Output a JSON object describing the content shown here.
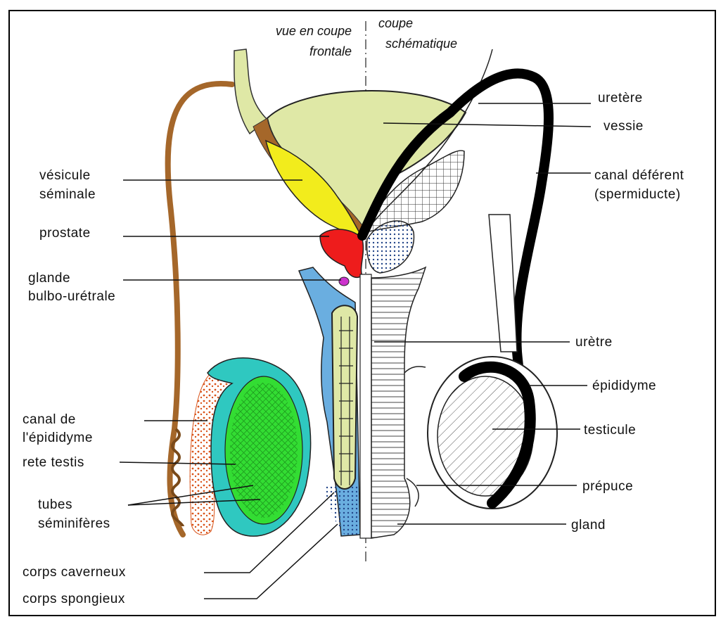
{
  "headers": {
    "left_line1": "vue en coupe",
    "left_line2": "frontale",
    "right_line1": "coupe",
    "right_line2": "schématique"
  },
  "labels": {
    "uretere": "uretère",
    "vessie": "vessie",
    "canal_deferent_1": "canal déférent",
    "canal_deferent_2": "(spermiducte)",
    "vesicule_1": "vésicule",
    "vesicule_2": "séminale",
    "prostate": "prostate",
    "glande_1": "glande",
    "glande_2": "bulbo-urétrale",
    "uretre": "urètre",
    "epididyme": "épididyme",
    "canal_epididyme_1": "canal de",
    "canal_epididyme_2": "l'épididyme",
    "testicule": "testicule",
    "rete_testis": "rete testis",
    "prepuce": "prépuce",
    "tubes_1": "tubes",
    "tubes_2": "séminifères",
    "gland": "gland",
    "corps_caverneux": "corps caverneux",
    "corps_spongieux": "corps spongieux"
  },
  "colors": {
    "bladder": "#dfe8a6",
    "vesicle": "#f2ec1c",
    "prostate": "#ee1c1c",
    "gland_bulbo": "#cc33cc",
    "spongy": "#6aaee0",
    "testis_shell": "#2fc8c0",
    "testis_core": "#33dd33",
    "epididymis_canal": "#f39a5a",
    "deferent_left": "#a5672a",
    "deferent_right": "#000000"
  }
}
